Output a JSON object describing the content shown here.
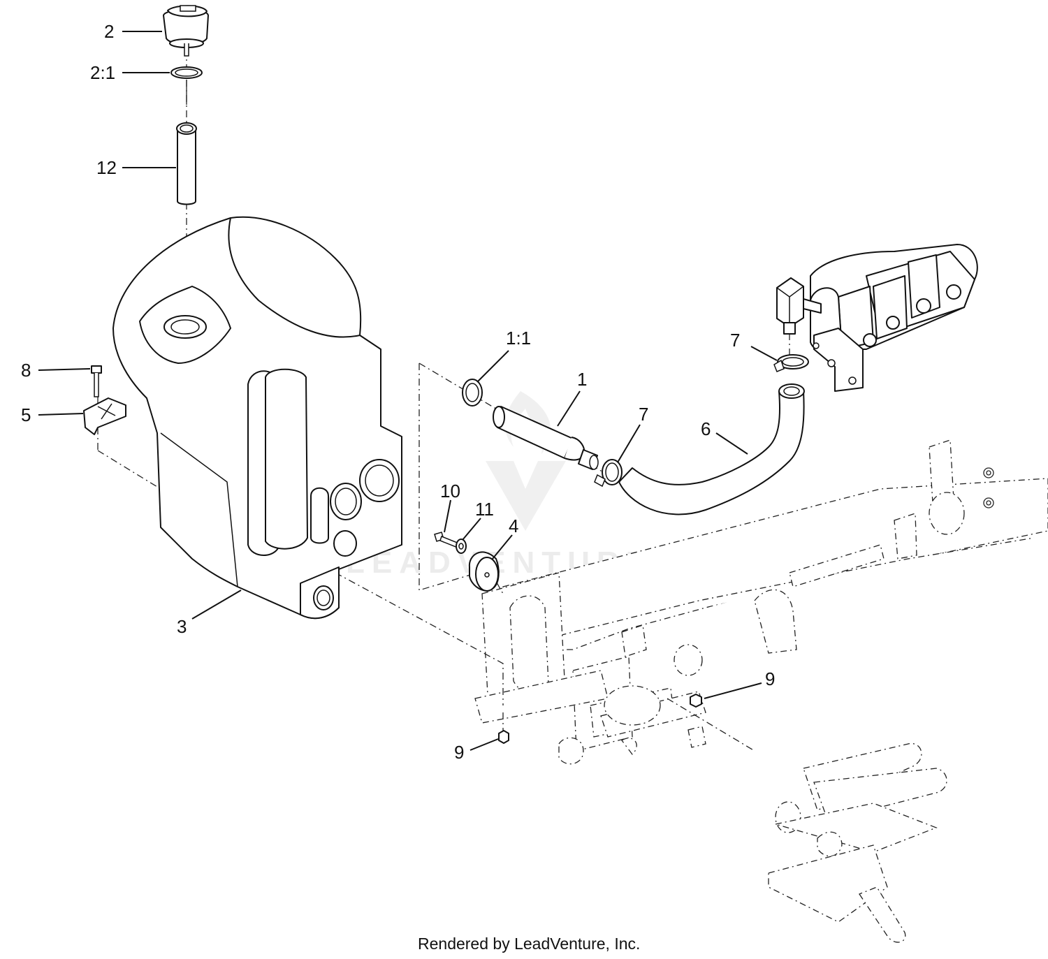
{
  "callouts": {
    "c2": "2",
    "c2_1": "2:1",
    "c12": "12",
    "c8": "8",
    "c5": "5",
    "c3": "3",
    "c1_1": "1:1",
    "c1": "1",
    "c7a": "7",
    "c7b": "7",
    "c6": "6",
    "c10": "10",
    "c11": "11",
    "c4": "4",
    "c9a": "9",
    "c9b": "9"
  },
  "watermark": "LEADVENTURE",
  "footer": "Rendered by LeadVenture, Inc."
}
